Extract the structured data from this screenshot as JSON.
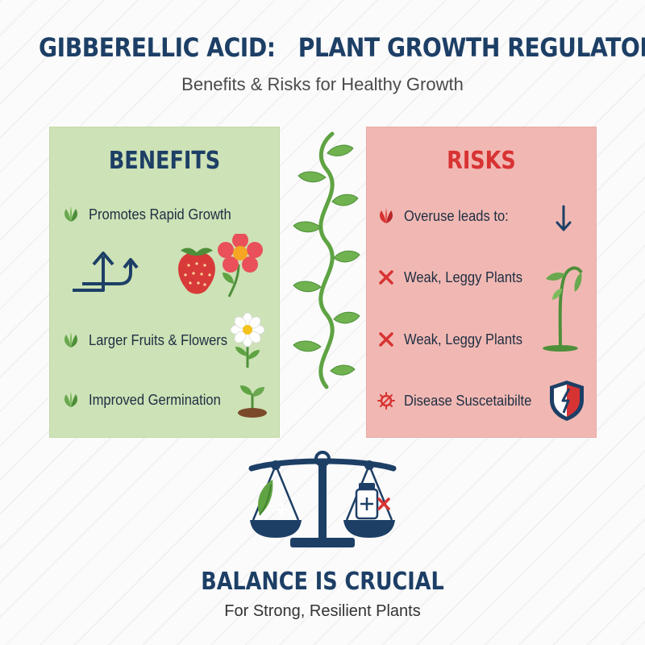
{
  "header": {
    "title": "GIBBERELLIC ACID:   PLANT GROWTH REGULATOR",
    "subtitle": "Benefits & Risks for Healthy Growth"
  },
  "benefits": {
    "title": "BENEFITS",
    "items": [
      {
        "label": "Promotes Rapid Growth",
        "icon": "leaf-icon"
      },
      {
        "label": "Larger Fruits & Flowers",
        "icon": "leaf-icon"
      },
      {
        "label": "Improved Germination",
        "icon": "leaf-icon"
      }
    ]
  },
  "risks": {
    "title": "RISKS",
    "items": [
      {
        "label": "Overuse leads to:",
        "icon": "red-leaf-icon"
      },
      {
        "label": "Weak, Leggy Plants",
        "icon": "x-icon"
      },
      {
        "label": "Weak, Leggy Plants",
        "icon": "x-icon"
      },
      {
        "label": "Disease Suscetaibilte",
        "icon": "virus-icon"
      }
    ]
  },
  "footer": {
    "title": "BALANCE IS CRUCIAL",
    "subtitle": "For Strong, Resilient Plants"
  },
  "colors": {
    "navy": "#1d3f66",
    "red": "#d83333",
    "benefits_bg": "#cde2b6",
    "risks_bg": "#f1b8b3",
    "leaf_green": "#5fa343"
  }
}
